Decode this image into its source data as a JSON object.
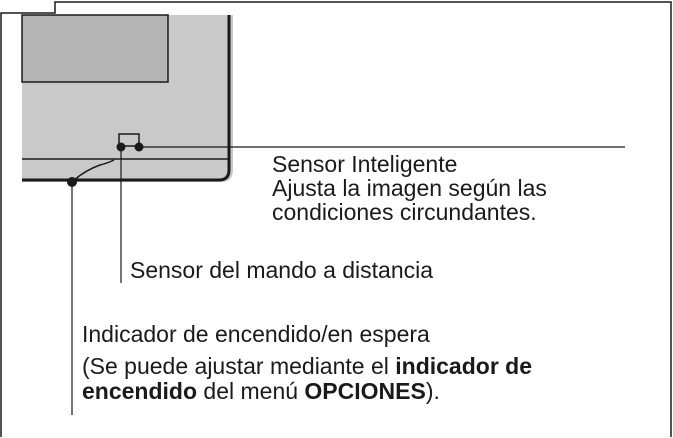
{
  "colors": {
    "tv_bezel": "#c9c9c9",
    "tv_screen": "#b4b4b4",
    "outline": "#1a1a1a",
    "text": "#1a1a1a",
    "background": "#ffffff"
  },
  "callouts": {
    "smart_sensor": {
      "title": "Sensor Inteligente",
      "description_line1": "Ajusta la imagen según las",
      "description_line2": "condiciones circundantes."
    },
    "remote_sensor": {
      "label": "Sensor del mando a distancia"
    },
    "power_indicator": {
      "title": "Indicador de encendido/en espera",
      "note_prefix": "(Se puede ajustar mediante el ",
      "note_bold_1": "indicador de",
      "note_bold_1b": "encendido",
      "note_middle": " del menú ",
      "note_bold_2": "OPCIONES",
      "note_suffix": ")."
    }
  }
}
